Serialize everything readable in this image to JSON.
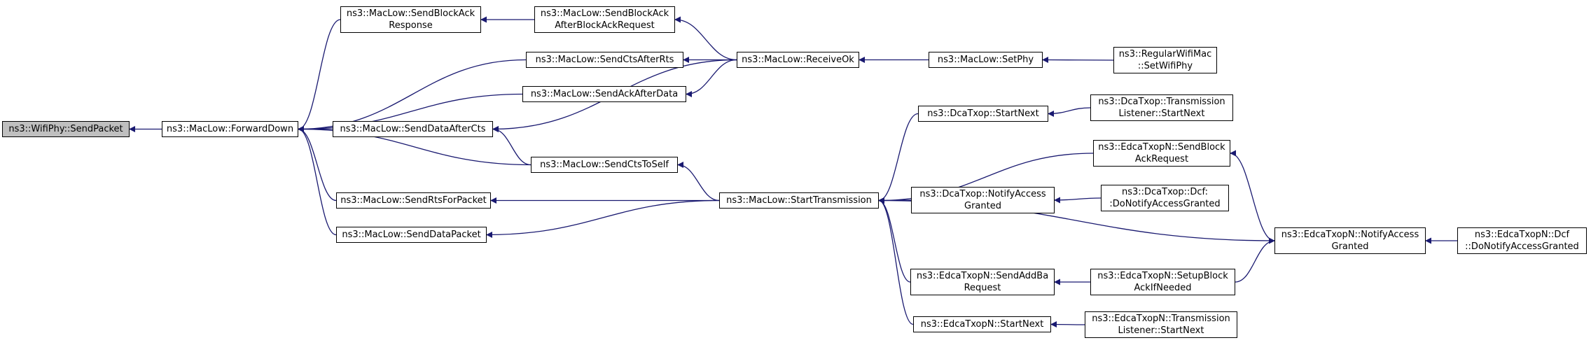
{
  "graph": {
    "title": "",
    "edge_color": "#191970",
    "root_fill": "#bfbfbf",
    "nodes": [
      {
        "id": "wifiphy_sendpacket",
        "label": "ns3::WifiPhy::SendPacket",
        "root": true
      },
      {
        "id": "forwarddown",
        "label": "ns3::MacLow::ForwardDown"
      },
      {
        "id": "sendblockackresponse",
        "label": "ns3::MacLow::SendBlockAck\nResponse"
      },
      {
        "id": "sendblockackafterbar",
        "label": "ns3::MacLow::SendBlockAck\nAfterBlockAckRequest"
      },
      {
        "id": "sendctsafterrts",
        "label": "ns3::MacLow::SendCtsAfterRts"
      },
      {
        "id": "sendackafterdata",
        "label": "ns3::MacLow::SendAckAfterData"
      },
      {
        "id": "senddataaftercts",
        "label": "ns3::MacLow::SendDataAfterCts"
      },
      {
        "id": "sendctstoself",
        "label": "ns3::MacLow::SendCtsToSelf"
      },
      {
        "id": "sendrtsforpacket",
        "label": "ns3::MacLow::SendRtsForPacket"
      },
      {
        "id": "senddatapacket",
        "label": "ns3::MacLow::SendDataPacket"
      },
      {
        "id": "receiveok",
        "label": "ns3::MacLow::ReceiveOk"
      },
      {
        "id": "setphy",
        "label": "ns3::MacLow::SetPhy"
      },
      {
        "id": "regularwifimac_setwifiphy",
        "label": "ns3::RegularWifiMac\n::SetWifiPhy"
      },
      {
        "id": "starttransmission",
        "label": "ns3::MacLow::StartTransmission"
      },
      {
        "id": "dcatxop_startnext",
        "label": "ns3::DcaTxop::StartNext"
      },
      {
        "id": "dcatxop_tl_startnext",
        "label": "ns3::DcaTxop::Transmission\nListener::StartNext"
      },
      {
        "id": "dcatxop_notifyaccessgranted",
        "label": "ns3::DcaTxop::NotifyAccess\nGranted"
      },
      {
        "id": "dcatxop_dcf_donotify",
        "label": "ns3::DcaTxop::Dcf:\n:DoNotifyAccessGranted"
      },
      {
        "id": "edca_sendblockackrequest",
        "label": "ns3::EdcaTxopN::SendBlock\nAckRequest"
      },
      {
        "id": "edca_notifyaccessgranted",
        "label": "ns3::EdcaTxopN::NotifyAccess\nGranted"
      },
      {
        "id": "edca_dcf_donotify",
        "label": "ns3::EdcaTxopN::Dcf\n::DoNotifyAccessGranted"
      },
      {
        "id": "edca_sendaddba",
        "label": "ns3::EdcaTxopN::SendAddBa\nRequest"
      },
      {
        "id": "edca_setupblockack",
        "label": "ns3::EdcaTxopN::SetupBlock\nAckIfNeeded"
      },
      {
        "id": "edca_startnext",
        "label": "ns3::EdcaTxopN::StartNext"
      },
      {
        "id": "edca_tl_startnext",
        "label": "ns3::EdcaTxopN::Transmission\nListener::StartNext"
      }
    ],
    "edges": [
      {
        "from": "forwarddown",
        "to": "wifiphy_sendpacket"
      },
      {
        "from": "sendblockackresponse",
        "to": "forwarddown"
      },
      {
        "from": "sendctsafterrts",
        "to": "forwarddown"
      },
      {
        "from": "sendackafterdata",
        "to": "forwarddown"
      },
      {
        "from": "senddataaftercts",
        "to": "forwarddown"
      },
      {
        "from": "sendctstoself",
        "to": "forwarddown"
      },
      {
        "from": "sendrtsforpacket",
        "to": "forwarddown"
      },
      {
        "from": "senddatapacket",
        "to": "forwarddown"
      },
      {
        "from": "sendblockackafterbar",
        "to": "sendblockackresponse"
      },
      {
        "from": "receiveok",
        "to": "sendblockackafterbar"
      },
      {
        "from": "receiveok",
        "to": "sendctsafterrts"
      },
      {
        "from": "receiveok",
        "to": "sendackafterdata"
      },
      {
        "from": "receiveok",
        "to": "senddataaftercts"
      },
      {
        "from": "sendctstoself",
        "to": "senddataaftercts"
      },
      {
        "from": "setphy",
        "to": "receiveok"
      },
      {
        "from": "regularwifimac_setwifiphy",
        "to": "setphy"
      },
      {
        "from": "starttransmission",
        "to": "sendctstoself"
      },
      {
        "from": "starttransmission",
        "to": "sendrtsforpacket"
      },
      {
        "from": "starttransmission",
        "to": "senddatapacket"
      },
      {
        "from": "dcatxop_startnext",
        "to": "starttransmission"
      },
      {
        "from": "edca_sendblockackrequest",
        "to": "starttransmission"
      },
      {
        "from": "dcatxop_notifyaccessgranted",
        "to": "starttransmission"
      },
      {
        "from": "edca_notifyaccessgranted",
        "to": "starttransmission"
      },
      {
        "from": "edca_sendaddba",
        "to": "starttransmission"
      },
      {
        "from": "edca_startnext",
        "to": "starttransmission"
      },
      {
        "from": "dcatxop_tl_startnext",
        "to": "dcatxop_startnext"
      },
      {
        "from": "dcatxop_dcf_donotify",
        "to": "dcatxop_notifyaccessgranted"
      },
      {
        "from": "edca_notifyaccessgranted",
        "to": "edca_sendblockackrequest"
      },
      {
        "from": "edca_dcf_donotify",
        "to": "edca_notifyaccessgranted"
      },
      {
        "from": "edca_setupblockack",
        "to": "edca_notifyaccessgranted"
      },
      {
        "from": "edca_setupblockack",
        "to": "edca_sendaddba"
      },
      {
        "from": "edca_tl_startnext",
        "to": "edca_startnext"
      }
    ]
  }
}
